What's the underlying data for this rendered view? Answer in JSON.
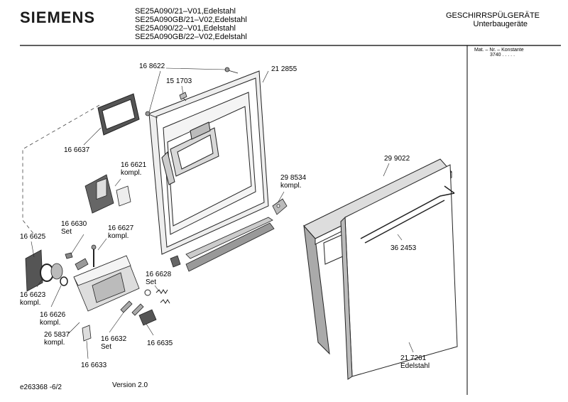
{
  "header": {
    "brand": "SIEMENS",
    "models": [
      "SE25A090/21–V01,Edelstahl",
      "SE25A090GB/21–V02,Edelstahl",
      "SE25A090/22–V01,Edelstahl",
      "SE25A090GB/22–V02,Edelstahl"
    ],
    "category": "GESCHIRRSPÜLGERÄTE",
    "subcategory": "Unterbaugeräte"
  },
  "sidebar": {
    "mat_title": "Mat. – Nr. – Konstante",
    "mat_value": "3740  .   .   .   .   ."
  },
  "parts": {
    "p168622": "16 8622",
    "p212855": "21 2855",
    "p151703": "15 1703",
    "p166637": "16 6637",
    "p166621": "16 6621",
    "p166621b": "kompl.",
    "p298534": "29 8534",
    "p298534b": "kompl.",
    "p299022": "29 9022",
    "p166630": "16 6630",
    "p166630b": "Set",
    "p166627": "16 6627",
    "p166627b": "kompl.",
    "p166625": "16 6625",
    "p362453": "36 2453",
    "p166628": "16 6628",
    "p166628b": "Set",
    "p166623": "16 6623",
    "p166623b": "kompl.",
    "p166626": "16 6626",
    "p166626b": "kompl.",
    "p265837": "26 5837",
    "p265837b": "kompl.",
    "p166632": "16 6632",
    "p166632b": "Set",
    "p166635": "16 6635",
    "p166633": "16 6633",
    "p217261": "21 7261",
    "p217261b": "Edelstahl"
  },
  "footer": {
    "code": "e263368 -6/2",
    "version": "Version 2.0"
  }
}
